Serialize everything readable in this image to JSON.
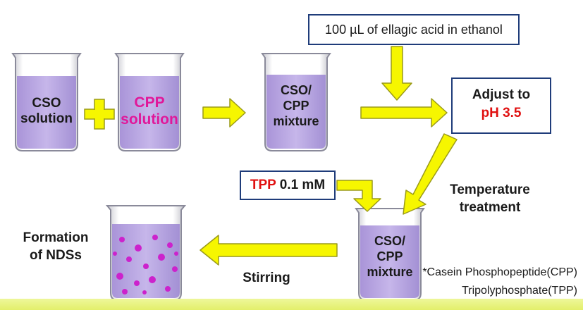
{
  "beakers": {
    "cso_solution": [
      "CSO",
      "solution"
    ],
    "cpp_solution": [
      "CPP",
      "solution"
    ],
    "mixture_top": [
      "CSO/",
      "CPP",
      "mixture"
    ],
    "mixture_bottom": [
      "CSO/",
      "CPP",
      "mixture"
    ]
  },
  "labels": {
    "ellagic_acid": "100 µL of ellagic acid in ethanol",
    "adjust_line1": "Adjust to",
    "adjust_line2": "pH 3.5",
    "tpp_prefix": "TPP",
    "tpp_rest": " 0.1 mM",
    "temperature_line1": "Temperature",
    "temperature_line2": "treatment",
    "formation_line1": "Formation",
    "formation_line2": "of NDSs",
    "stirring": "Stirring"
  },
  "footnote": {
    "line1": "*Casein Phosphopeptide(CPP)",
    "line2": "Tripolyphosphate(TPP)"
  },
  "colors": {
    "liquid": "#b8a4e0",
    "arrow": "#f6f600",
    "arrow_stroke": "#9a9a1a",
    "box_border": "#1f3c7a",
    "cpp_text": "#e0189a",
    "highlight_red": "#e01010",
    "particle": "#cc22cc"
  }
}
